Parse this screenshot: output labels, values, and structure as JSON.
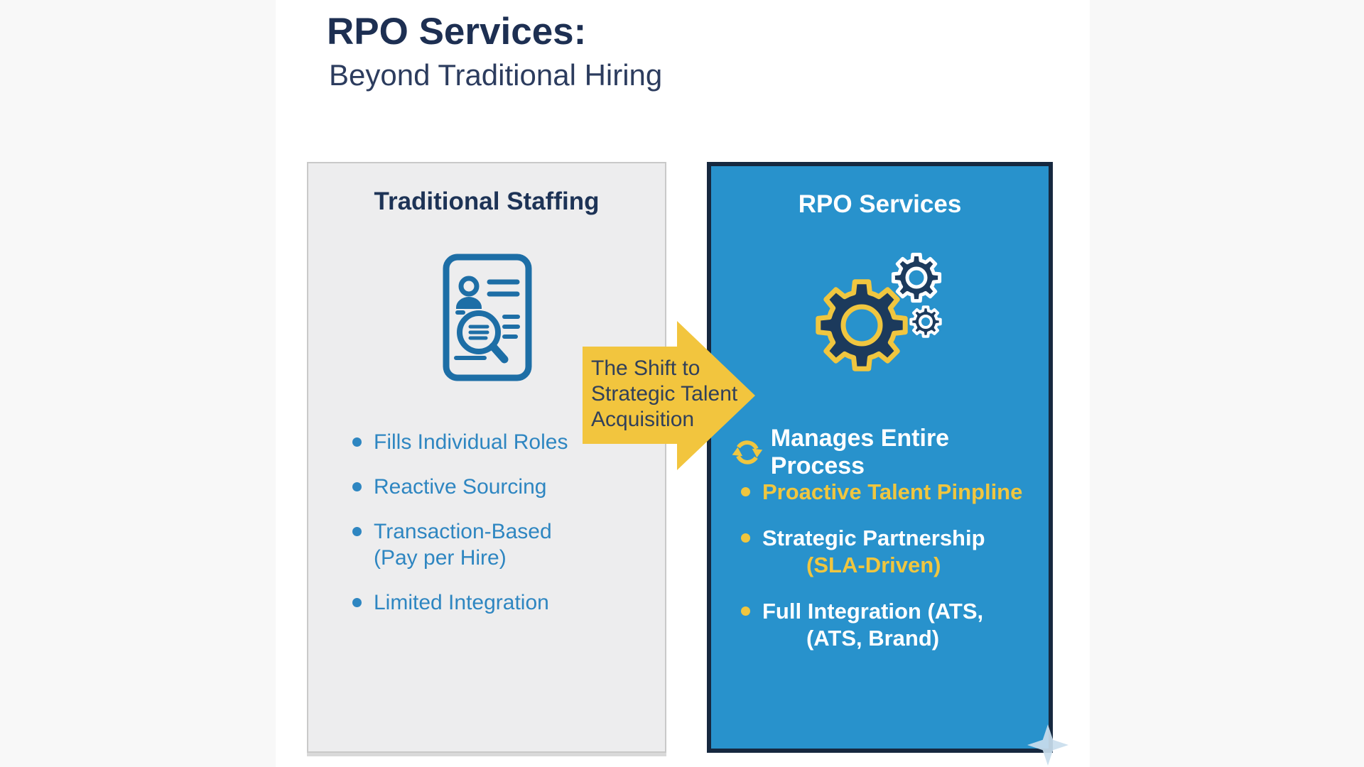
{
  "header": {
    "title": "RPO Services:",
    "subtitle": "Beyond Traditional Hiring"
  },
  "left_panel": {
    "heading": "Traditional Staffing",
    "icon": "resume-magnifier-icon",
    "bullets": [
      {
        "line1": "Fills Individual Roles"
      },
      {
        "line1": "Reactive Sourcing"
      },
      {
        "line1": "Transaction-Based",
        "line2": "(Pay per Hire)"
      },
      {
        "line1": "Limited Integration"
      }
    ]
  },
  "arrow": {
    "line1": "The Shift to",
    "line2": "Strategic Talent",
    "line3": "Acquisition"
  },
  "right_panel": {
    "heading": "RPO Services",
    "icon": "gears-icon",
    "process_icon": "sync-arrows-icon",
    "process_label": "Manages Entire Process",
    "bullets": [
      {
        "line1": "Proactive Talent Pinpline"
      },
      {
        "line1": "Strategic Partnership",
        "line2": "(SLA-Driven)"
      },
      {
        "line1": "Full Integration (ATS,",
        "line2": "(ATS, Brand)"
      }
    ]
  },
  "colors": {
    "navy_text": "#1d2f52",
    "panel_gray": "#EDEDEE",
    "icon_blue": "#1d6ea6",
    "bullet_blue": "#2e86c1",
    "arrow_yellow": "#F2C53E",
    "arrow_text": "#31405a",
    "rpo_blue": "#2892CC",
    "border_navy": "#16283F",
    "accent_yellow": "#F0C63F",
    "gear_navy": "#1c3a5c",
    "sparkle_blue": "#c9dded"
  }
}
